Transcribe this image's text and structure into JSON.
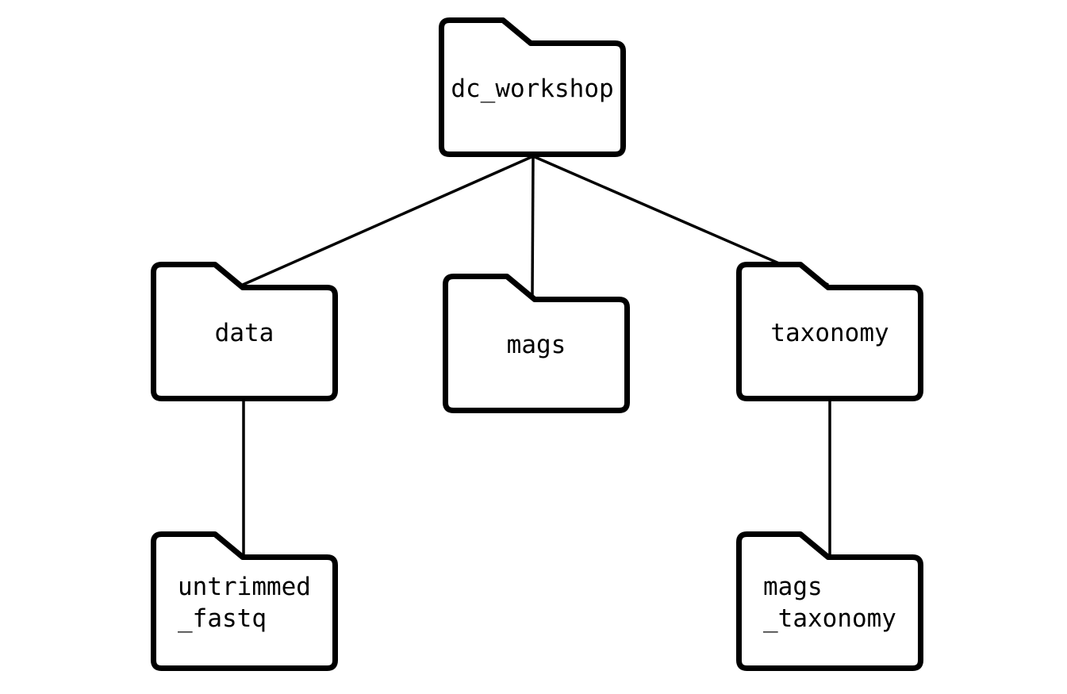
{
  "diagram": {
    "type": "directory-tree",
    "background_color": "#ffffff",
    "line_color": "#000000",
    "nodes": [
      {
        "id": "dc_workshop",
        "label": "dc_workshop",
        "parent": null
      },
      {
        "id": "data",
        "label": "data",
        "parent": "dc_workshop"
      },
      {
        "id": "mags",
        "label": "mags",
        "parent": "dc_workshop"
      },
      {
        "id": "taxonomy",
        "label": "taxonomy",
        "parent": "dc_workshop"
      },
      {
        "id": "untrimmed_fastq",
        "label": "untrimmed\n_fastq",
        "parent": "data"
      },
      {
        "id": "mags_taxonomy",
        "label": "mags\n_taxonomy",
        "parent": "taxonomy"
      }
    ]
  }
}
